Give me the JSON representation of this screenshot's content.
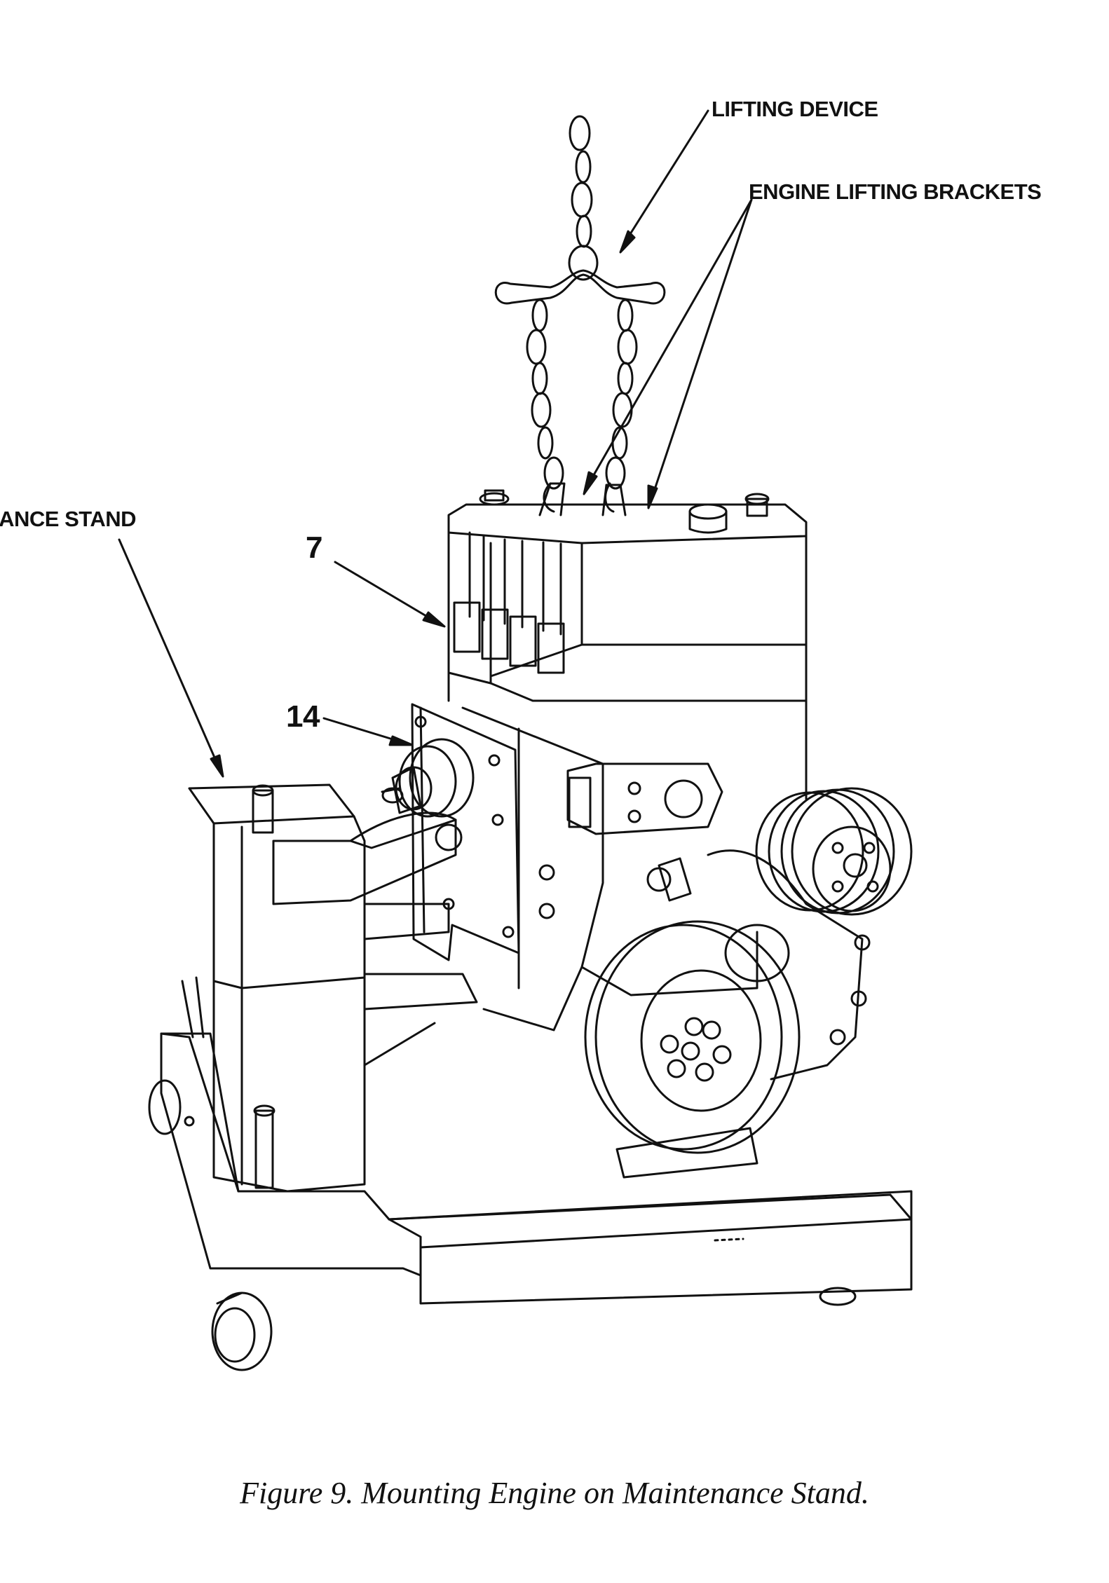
{
  "callouts": {
    "lifting_device": "LIFTING DEVICE",
    "engine_lifting_brackets": "ENGINE LIFTING BRACKETS",
    "maintenance_stand": "IANCE STAND",
    "item_7": "7",
    "item_14": "14"
  },
  "caption": "Figure 9.  Mounting Engine on Maintenance Stand.",
  "colors": {
    "ink": "#111111",
    "paper": "#ffffff"
  }
}
